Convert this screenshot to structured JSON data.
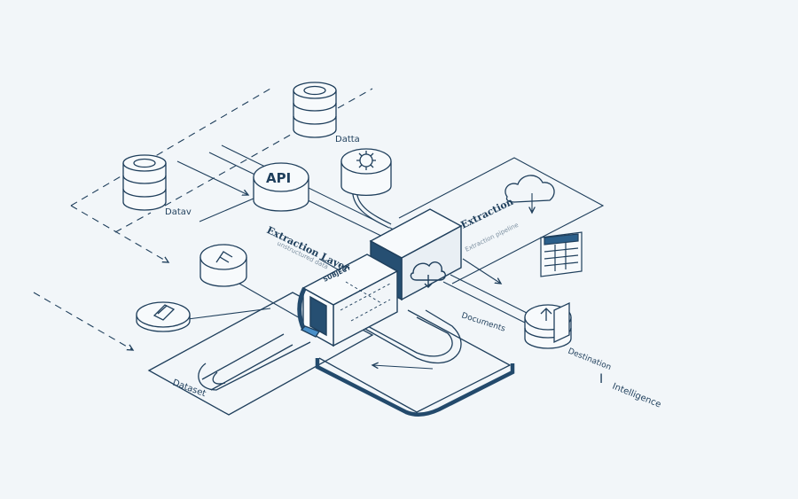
{
  "colors": {
    "background": "#f2f6f9",
    "ink": "#1f3f5c",
    "accent": "#2b5f8a",
    "light_line": "#5e7b95"
  },
  "labels": {
    "datta": "Datta",
    "dataw": "Datav",
    "api": "API",
    "extraction_layer": "Extraction Layer",
    "extraction_layer_sub": "unstructured data",
    "extraction": "Extraction",
    "extraction_sub": "Extraction pipeline",
    "module_tag": "SUBJECT",
    "dataset": "Dataset",
    "documents": "Documents",
    "destination": "Destination",
    "cursor_mark": "I",
    "intelligence": "Intelligence"
  },
  "icons": {
    "db_top": "database-icon",
    "db_left": "database-icon",
    "gear_db": "gear-icon",
    "api_db": "api-icon",
    "shapes_db": "shapes-icon",
    "doc_disc": "document-icon",
    "cloud": "cloud-icon",
    "spreadsheet": "spreadsheet-icon",
    "dest_db": "database-icon"
  }
}
